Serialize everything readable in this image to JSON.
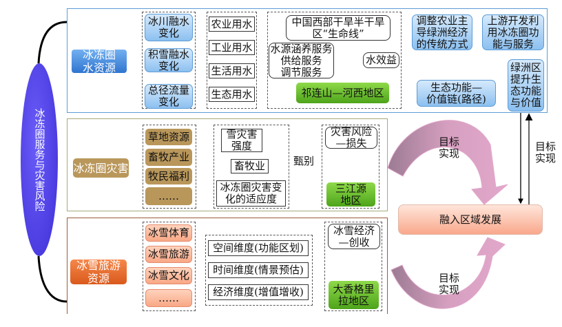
{
  "central": {
    "label": "冰冻圈服务与灾害风险",
    "color": "#4a3ee8"
  },
  "water": {
    "title": "冰冻圈\n水资源",
    "changes": [
      "冰川融水\n变化",
      "积雪融水\n变化",
      "总径流量\n变化"
    ],
    "uses": [
      "农业用水",
      "工业用水",
      "生活用水",
      "生态用水"
    ],
    "lifeline": "中国西部干旱半干旱\n区“生命线”",
    "services": "水源涵养服务\n供给服务\n调节服务",
    "benefit": "水效益",
    "region": "祁连山—河西地区",
    "adjust": "调整农业主\n导绿洲经济\n的传统方式",
    "upstream": "上游开发利\n用冰冻圈功\n能与服务",
    "oasis": "绿洲区\n提升生\n态功能\n与价值",
    "chain": "生态功能—\n价值链(路径)"
  },
  "hazard": {
    "title": "冰冻圈灾害",
    "items": [
      "草地资源",
      "畜牧产业",
      "牧民福利",
      "……"
    ],
    "snow": "雪灾害\n强度",
    "livestock": "畜牧业",
    "adapt": "冰冻圈灾害变\n化的适应度",
    "identify": "甄别",
    "risk": "灾害风险\n—损失",
    "region": "三江源\n地区"
  },
  "tourism": {
    "title": "冰雪旅游\n资源",
    "items": [
      "冰雪体育",
      "冰雪旅游",
      "冰雪文化",
      "……"
    ],
    "dims": [
      "空间维度(功能区划)",
      "时间维度(情景预估)",
      "经济维度(增值增收)"
    ],
    "economy": "冰雪经济\n—创收",
    "region": "大香格里\n拉地区"
  },
  "goal": {
    "fusion": "融入区域发展",
    "top_arrow": "目标\n实现",
    "right_arrow": "目标\n实现",
    "bottom_arrow": "目标\n实现"
  }
}
